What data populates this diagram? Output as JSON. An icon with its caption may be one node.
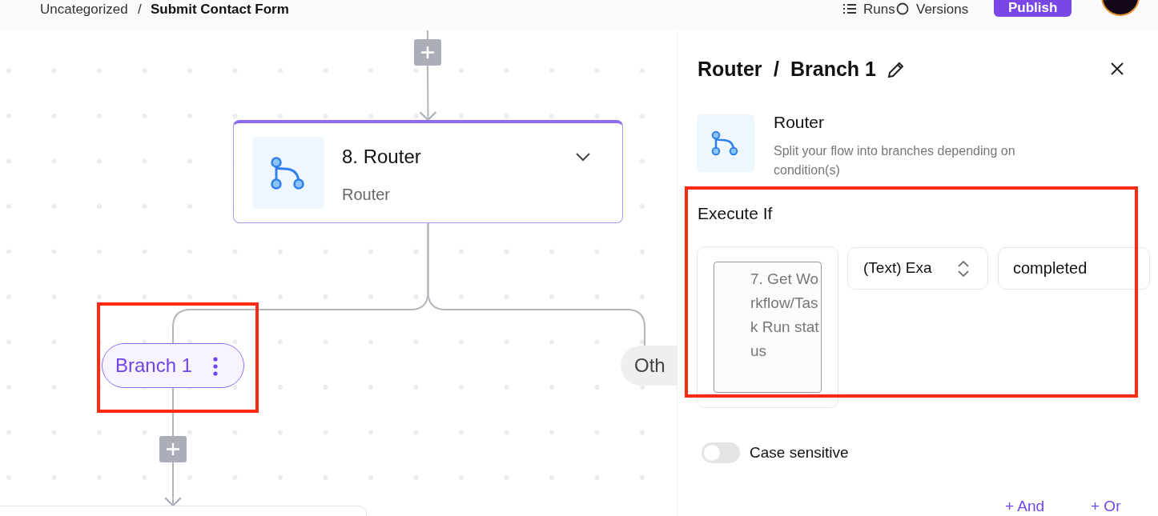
{
  "diagram": {
    "nodes": [
      {
        "text": [],
        "shape": "box"
      },
      {
        "text": [
          "8. Router",
          "Router"
        ]
      },
      {
        "text": [
          "Branch 1"
        ]
      },
      {
        "text": [
          "Oth"
        ]
      },
      {
        "text": [],
        "shape": "box"
      },
      {
        "text": [],
        "shape": "box"
      }
    ],
    "edges": [
      {
        "from": 0,
        "to": 1,
        "arrow": "to"
      },
      {
        "from": 1,
        "to": 2,
        "arrow": "none"
      },
      {
        "from": 1,
        "to": 3,
        "arrow": "none"
      },
      {
        "from": 2,
        "to": 4,
        "arrow": "none"
      },
      {
        "from": 4,
        "to": 5,
        "arrow": "to"
      }
    ],
    "labels": [
      "Uncategorized",
      "/",
      "Submit Contact Form",
      "Runs",
      "Versions",
      "Publish",
      "Router",
      "/",
      "Branch 1",
      "Router",
      "Split your flow into branches depending on condition(s)",
      "Execute If",
      "7. Get Workflow/Task Run status",
      "(Text) Exa",
      "completed",
      "Case sensitive",
      "+ And",
      "+ Or"
    ]
  }
}
